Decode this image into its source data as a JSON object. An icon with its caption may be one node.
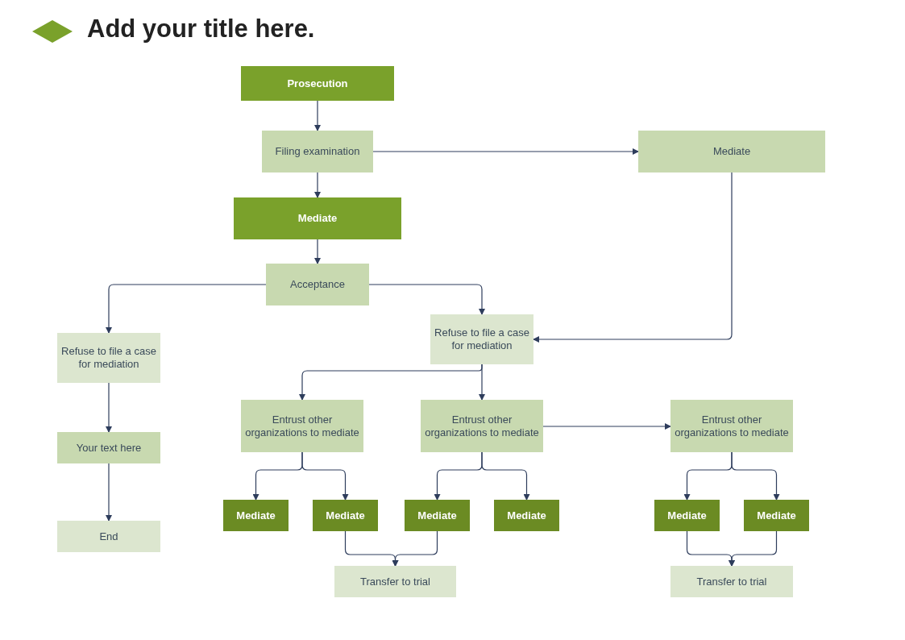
{
  "diagram": {
    "title": "Add your title here.",
    "nodes": [
      {
        "text": [
          "Prosecution"
        ]
      },
      {
        "text": [
          "Filing examination"
        ]
      },
      {
        "text": [
          "Mediate"
        ]
      },
      {
        "text": [
          "Mediate"
        ]
      },
      {
        "text": [
          "Acceptance"
        ]
      },
      {
        "text": [
          "Refuse to file a case for mediation"
        ]
      },
      {
        "text": [
          "Refuse to file a case for mediation"
        ]
      },
      {
        "text": [
          "Your text here"
        ]
      },
      {
        "text": [
          "End"
        ]
      },
      {
        "text": [
          "Entrust other organizations to mediate"
        ]
      },
      {
        "text": [
          "Entrust other organizations to mediate"
        ]
      },
      {
        "text": [
          "Entrust other organizations to mediate"
        ]
      },
      {
        "text": [
          "Mediate"
        ]
      },
      {
        "text": [
          "Mediate"
        ]
      },
      {
        "text": [
          "Mediate"
        ]
      },
      {
        "text": [
          "Mediate"
        ]
      },
      {
        "text": [
          "Mediate"
        ]
      },
      {
        "text": [
          "Mediate"
        ]
      },
      {
        "text": [
          "Transfer to trial"
        ]
      },
      {
        "text": [
          "Transfer to trial"
        ]
      }
    ],
    "edges": [
      {
        "from": 0,
        "to": 1,
        "arrow": "to"
      },
      {
        "from": 1,
        "to": 2,
        "arrow": "to"
      },
      {
        "from": 1,
        "to": 3,
        "arrow": "to"
      },
      {
        "from": 3,
        "to": 4,
        "arrow": "to"
      },
      {
        "from": 4,
        "to": 5,
        "arrow": "to"
      },
      {
        "from": 4,
        "to": 6,
        "arrow": "to"
      },
      {
        "from": 2,
        "to": 6,
        "arrow": "to"
      },
      {
        "from": 5,
        "to": 7,
        "arrow": "to"
      },
      {
        "from": 7,
        "to": 8,
        "arrow": "to"
      },
      {
        "from": 6,
        "to": 9,
        "arrow": "to"
      },
      {
        "from": 6,
        "to": 10,
        "arrow": "to"
      },
      {
        "from": 10,
        "to": 11,
        "arrow": "to"
      },
      {
        "from": 9,
        "to": 12,
        "arrow": "to"
      },
      {
        "from": 9,
        "to": 13,
        "arrow": "to"
      },
      {
        "from": 10,
        "to": 14,
        "arrow": "to"
      },
      {
        "from": 10,
        "to": 15,
        "arrow": "to"
      },
      {
        "from": 11,
        "to": 16,
        "arrow": "to"
      },
      {
        "from": 11,
        "to": 17,
        "arrow": "to"
      },
      {
        "from": 13,
        "to": 18,
        "arrow": "to"
      },
      {
        "from": 14,
        "to": 18,
        "arrow": "to"
      },
      {
        "from": 16,
        "to": 19,
        "arrow": "to"
      },
      {
        "from": 17,
        "to": 19,
        "arrow": "to"
      }
    ]
  }
}
